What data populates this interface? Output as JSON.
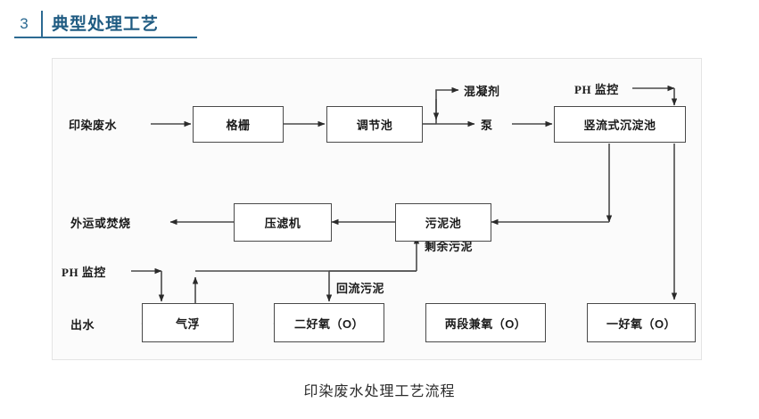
{
  "header": {
    "number": "3",
    "title": "典型处理工艺",
    "accent_color": "#2c6a92",
    "title_color": "#1f5b82"
  },
  "diagram": {
    "caption": "印染废水处理工艺流程",
    "panel_bg": "#fbfbfb",
    "line_color": "#4a4a4a",
    "nodes": [
      {
        "id": "grille",
        "label": "格栅"
      },
      {
        "id": "regulating",
        "label": "调节池"
      },
      {
        "id": "settling",
        "label": "竖流式沉淀池"
      },
      {
        "id": "filter-press",
        "label": "压滤机"
      },
      {
        "id": "sludge-pool",
        "label": "污泥池"
      },
      {
        "id": "flotation",
        "label": "气浮"
      },
      {
        "id": "aerobic2",
        "label": "二好氧（O）"
      },
      {
        "id": "anoxic2stage",
        "label": "两段兼氧（O）"
      },
      {
        "id": "aerobic1",
        "label": "一好氧（O）"
      }
    ],
    "labels": [
      {
        "id": "influent",
        "label": "印染废水"
      },
      {
        "id": "coagulant",
        "label": "混凝剂"
      },
      {
        "id": "pump",
        "label": "泵"
      },
      {
        "id": "ph-monitor-top",
        "label": "PH 监控"
      },
      {
        "id": "ph-monitor-bottom",
        "label": "PH 监控"
      },
      {
        "id": "haul-or-burn",
        "label": "外运或焚烧"
      },
      {
        "id": "excess-sludge",
        "label": "剩余污泥"
      },
      {
        "id": "return-sludge",
        "label": "回流污泥"
      },
      {
        "id": "effluent",
        "label": "出水"
      }
    ]
  }
}
